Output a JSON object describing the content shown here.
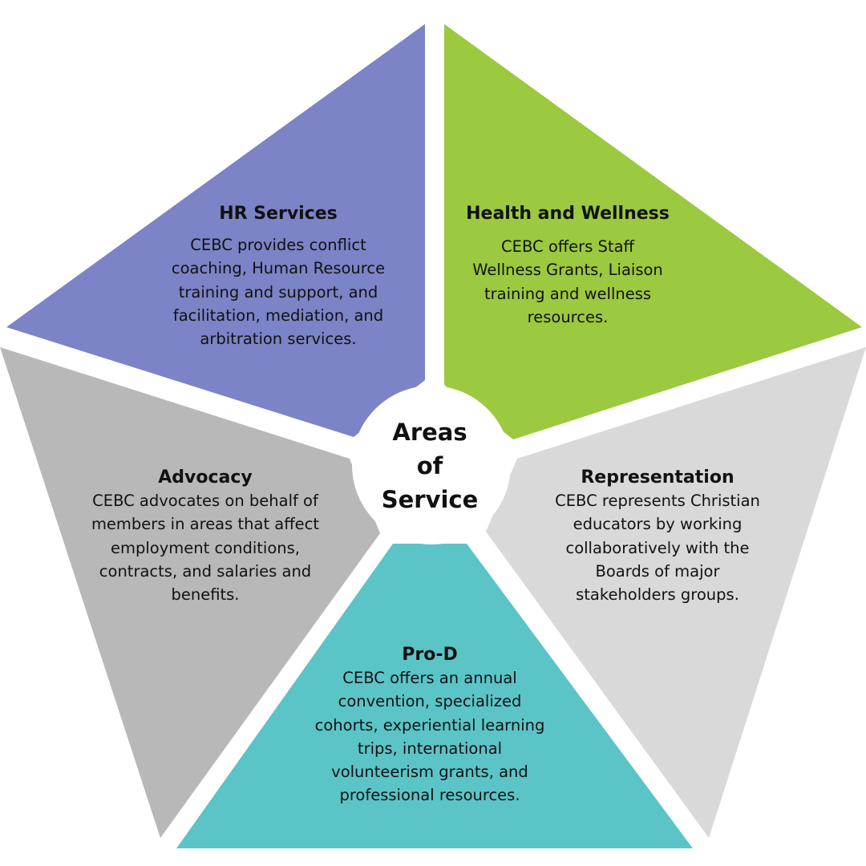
{
  "center": {
    "lines": [
      "Areas",
      "of",
      "Service"
    ]
  },
  "sections": [
    {
      "id": "hr-services",
      "title": "HR Services",
      "lines": [
        "CEBC provides conflict",
        "coaching, Human Resource",
        "training and support, and",
        "facilitation, mediation, and",
        "arbitration services."
      ],
      "color": "#7c83c6"
    },
    {
      "id": "health-and-wellness",
      "title": "Health and Wellness",
      "lines": [
        "CEBC offers Staff",
        "Wellness Grants, Liaison",
        "training and wellness",
        "resources."
      ],
      "color": "#9bc93f"
    },
    {
      "id": "advocacy",
      "title": "Advocacy",
      "lines": [
        "CEBC advocates on behalf of",
        "members in areas that affect",
        "employment conditions,",
        "contracts, and salaries and",
        "benefits."
      ],
      "color": "#b8b8b8"
    },
    {
      "id": "representation",
      "title": "Representation",
      "lines": [
        "CEBC represents Christian",
        "educators by working",
        "collaboratively with the",
        "Boards of major",
        "stakeholders groups."
      ],
      "color": "#d9d9d9"
    },
    {
      "id": "pro-d",
      "title": "Pro-D",
      "lines": [
        "CEBC offers an annual",
        "convention, specialized",
        "cohorts, experiential learning",
        "trips,  international",
        "volunteerism grants, and",
        "professional resources."
      ],
      "color": "#5bc4c7"
    }
  ]
}
